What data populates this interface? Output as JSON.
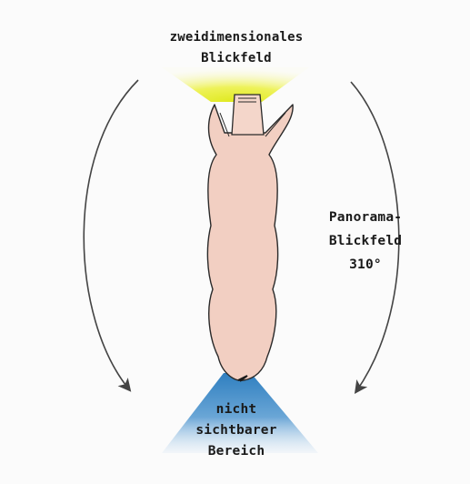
{
  "labels": {
    "top": [
      "zweidimensionales",
      "Blickfeld"
    ],
    "right": [
      "Panorama-",
      "Blickfeld",
      "310°"
    ],
    "bottom": [
      "nicht",
      "sichtbarer",
      "Bereich"
    ]
  },
  "colors": {
    "background": "#fbfbfb",
    "binocular_field": "#e9ef3a",
    "blind_area": "#3f86c2",
    "pig_body": "#f2cfc2",
    "outline": "#2a2a2a",
    "arrow": "#444444"
  },
  "values": {
    "panorama_field_degrees": 310
  }
}
